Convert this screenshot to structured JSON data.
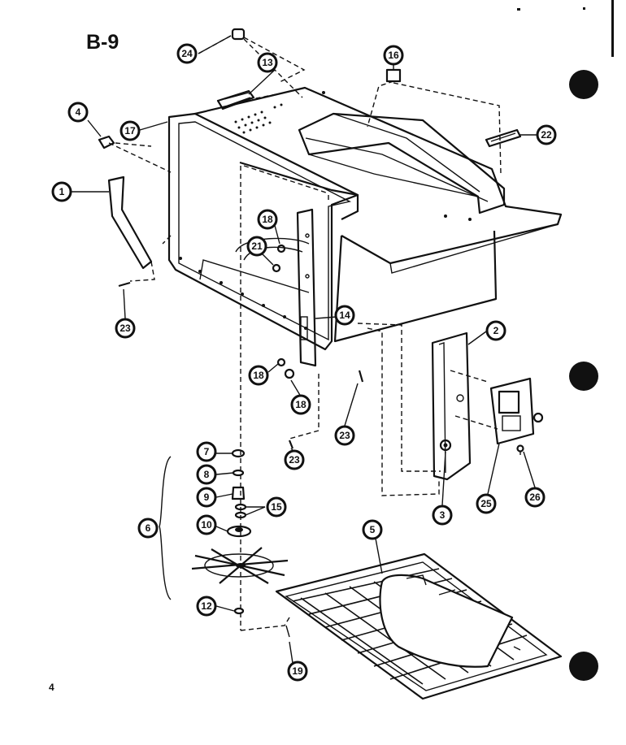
{
  "page": {
    "title": "B-9",
    "page_number": "4",
    "colors": {
      "ink": "#111111",
      "paper": "#ffffff"
    }
  },
  "callouts": [
    {
      "id": "c24a",
      "label": "24"
    },
    {
      "id": "c13",
      "label": "13"
    },
    {
      "id": "c16a",
      "label": "16"
    },
    {
      "id": "c4",
      "label": "4"
    },
    {
      "id": "c17",
      "label": "17"
    },
    {
      "id": "c22",
      "label": "22"
    },
    {
      "id": "c1",
      "label": "1"
    },
    {
      "id": "c18a",
      "label": "18"
    },
    {
      "id": "c21",
      "label": "21"
    },
    {
      "id": "c23a",
      "label": "23"
    },
    {
      "id": "c14",
      "label": "14"
    },
    {
      "id": "c2",
      "label": "2"
    },
    {
      "id": "c18b",
      "label": "18"
    },
    {
      "id": "c18c",
      "label": "18"
    },
    {
      "id": "c23b",
      "label": "23"
    },
    {
      "id": "c23c",
      "label": "23"
    },
    {
      "id": "c7",
      "label": "7"
    },
    {
      "id": "c8",
      "label": "8"
    },
    {
      "id": "c9",
      "label": "9"
    },
    {
      "id": "c15",
      "label": "15"
    },
    {
      "id": "c6",
      "label": "6"
    },
    {
      "id": "c10",
      "label": "10"
    },
    {
      "id": "c5",
      "label": "5"
    },
    {
      "id": "c3",
      "label": "3"
    },
    {
      "id": "c25",
      "label": "25"
    },
    {
      "id": "c26",
      "label": "26"
    },
    {
      "id": "c12",
      "label": "12"
    },
    {
      "id": "c19",
      "label": "19"
    }
  ]
}
